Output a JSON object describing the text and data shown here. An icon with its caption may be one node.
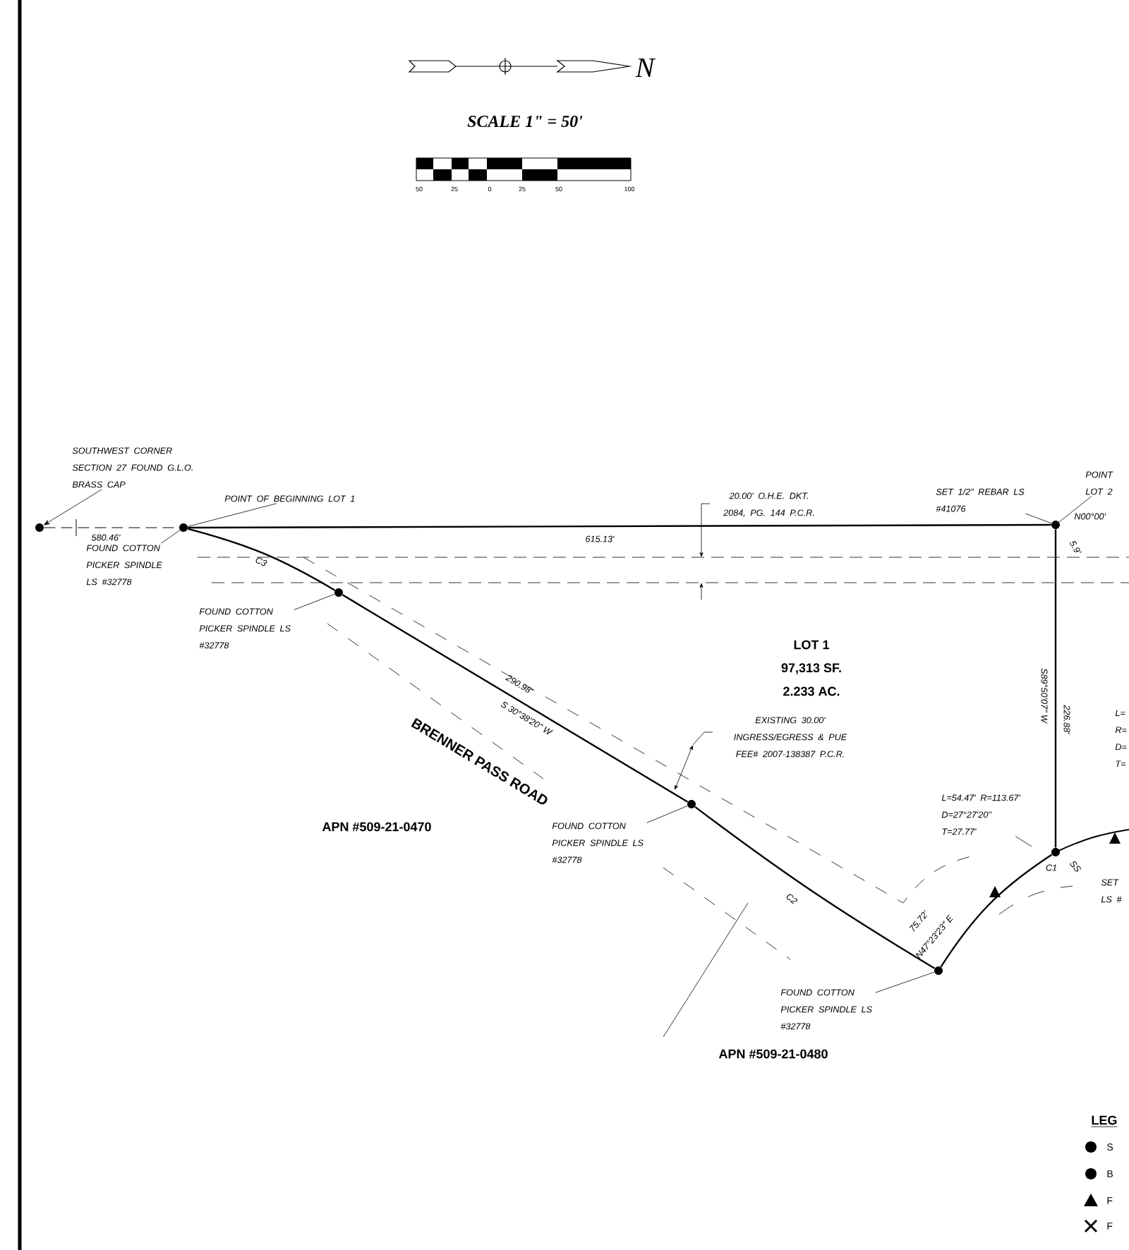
{
  "diagram": {
    "nodes": [
      {
        "text": [
          "SOUTHWEST CORNER SECTION 27 FOUND G.L.O. BRASS CAP"
        ]
      },
      {
        "text": [],
        "shape": "circle"
      },
      {
        "text": [
          "POINT OF BEGINNING LOT 1"
        ]
      },
      {
        "text": [],
        "shape": "circle"
      },
      {
        "text": [
          "FOUND COTTON PICKER SPINDLE LS #32778"
        ]
      },
      {
        "text": [],
        "shape": "circle"
      },
      {
        "text": [
          "FOUND COTTON PICKER SPINDLE LS #32778"
        ]
      },
      {
        "text": [],
        "shape": "circle"
      },
      {
        "text": [
          "FOUND COTTON PICKER SPINDLE LS #32778"
        ]
      },
      {
        "text": [],
        "shape": "circle"
      },
      {
        "text": [
          "FOUND COTTON PICKER SPINDLE LS #32778"
        ]
      },
      {
        "text": [
          "SET 1/2\" REBAR LS #41076"
        ]
      },
      {
        "text": [],
        "shape": "circle"
      },
      {
        "text": [
          "POINT LOT 2"
        ]
      },
      {
        "text": [],
        "shape": "circle"
      },
      {
        "text": [
          "L=54.47' R=113.67' D=27°27'20\" T=27.77'"
        ]
      }
    ],
    "edges": [
      {
        "from": 0,
        "to": 1,
        "arrow": "to"
      },
      {
        "from": 2,
        "to": 3,
        "arrow": "none"
      },
      {
        "from": 4,
        "to": 3,
        "arrow": "none"
      },
      {
        "from": 6,
        "to": 5,
        "arrow": "none"
      },
      {
        "from": 8,
        "to": 7,
        "arrow": "none"
      },
      {
        "from": 10,
        "to": 9,
        "arrow": "none"
      },
      {
        "from": 11,
        "to": 12,
        "arrow": "none"
      },
      {
        "from": 13,
        "to": 12,
        "arrow": "none"
      },
      {
        "from": 15,
        "to": null,
        "arrow": "none"
      },
      {
        "from": 1,
        "to": 3,
        "arrow": "none",
        "style": "dashed"
      },
      {
        "from": 3,
        "to": 12,
        "arrow": "none"
      },
      {
        "from": 3,
        "to": 5,
        "arrow": "none"
      },
      {
        "from": 5,
        "to": 7,
        "arrow": "none"
      },
      {
        "from": 7,
        "to": 9,
        "arrow": "none"
      },
      {
        "from": 12,
        "to": 14,
        "arrow": "none"
      },
      {
        "from": 9,
        "to": 14,
        "arrow": "none"
      }
    ],
    "labels": [
      "SCALE 1\" = 50'",
      "N",
      "50",
      "25",
      "0",
      "25",
      "50",
      "100",
      "580.46'",
      "C3",
      "20.00' O.H.E. DKT. 2084, PG. 144 P.C.R.",
      "615.13'",
      "N00°00'",
      "5.9'",
      "LOT 1",
      "97,313 SF.",
      "2.233 AC.",
      "S89°50'07\" W",
      "226.88'",
      "290.98'",
      "S 30°38'20\" W",
      "BRENNER PASS ROAD",
      "EXISTING 30.00' INGRESS/EGRESS & PUE FEE# 2007-138387 P.C.R.",
      "APN #509-21-0470",
      "C2",
      "75.72'",
      "N47°23'23\" E",
      "C1",
      "SS",
      "APN #509-21-0480",
      "LEG",
      "L= R= D= T=",
      "SET LS #"
    ],
    "legend": [
      {
        "text": "S"
      },
      {
        "text": "B"
      },
      {
        "text": "F"
      },
      {
        "text": "F"
      }
    ]
  }
}
